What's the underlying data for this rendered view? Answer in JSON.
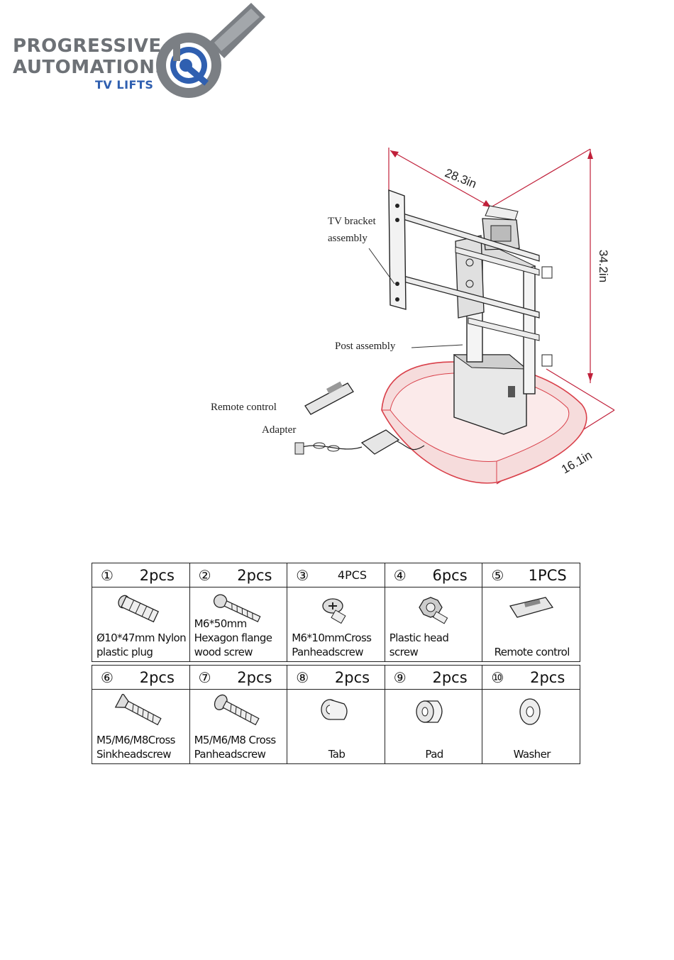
{
  "logo": {
    "line1": "PROGRESSIVE",
    "line2": "AUTOMATIONS",
    "line3": "TV LIFTS",
    "brand_gray": "#6d7176",
    "brand_blue": "#2f5fb0"
  },
  "diagram": {
    "labels": {
      "tv_bracket_1": "TV bracket",
      "tv_bracket_2": "assembly",
      "post": "Post assembly",
      "remote": "Remote control",
      "adapter": "Adapter"
    },
    "dimensions": {
      "width": "28.3in",
      "height": "34.2in",
      "depth": "16.1in"
    },
    "base_color": "#d9404a"
  },
  "parts_row1": [
    {
      "num": "①",
      "qty": "2pcs",
      "icon": "plastic-plug-icon",
      "name": "Ø10*47mm Nylon plastic plug"
    },
    {
      "num": "②",
      "qty": "2pcs",
      "icon": "wood-screw-icon",
      "name": "M6*50mm Hexagon flange wood screw"
    },
    {
      "num": "③",
      "qty": "4PCS",
      "icon": "cross-panhead-screw-icon",
      "name": "M6*10mmCross Panheadscrew"
    },
    {
      "num": "④",
      "qty": "6pcs",
      "icon": "plastic-head-screw-icon",
      "name": "Plastic head screw"
    },
    {
      "num": "⑤",
      "qty": "1PCS",
      "icon": "remote-control-icon",
      "name": "Remote control"
    }
  ],
  "parts_row2": [
    {
      "num": "⑥",
      "qty": "2pcs",
      "icon": "sinkhead-screw-icon",
      "name": "M5/M6/M8Cross Sinkheadscrew"
    },
    {
      "num": "⑦",
      "qty": "2pcs",
      "icon": "panhead-screw-icon",
      "name": "M5/M6/M8 Cross Panheadscrew"
    },
    {
      "num": "⑧",
      "qty": "2pcs",
      "icon": "tab-icon",
      "name": "Tab"
    },
    {
      "num": "⑨",
      "qty": "2pcs",
      "icon": "pad-icon",
      "name": "Pad"
    },
    {
      "num": "⑩",
      "qty": "2pcs",
      "icon": "washer-icon",
      "name": "Washer"
    }
  ]
}
